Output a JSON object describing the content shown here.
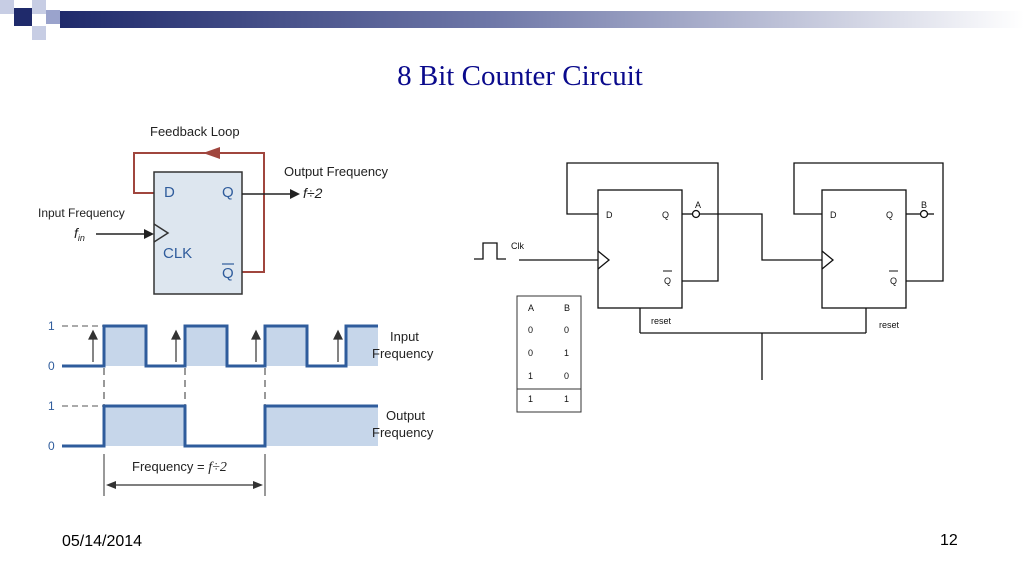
{
  "slide": {
    "title": "8 Bit Counter Circuit",
    "date": "05/14/2014",
    "page_number": "12"
  },
  "left_diagram": {
    "feedback_label": "Feedback Loop",
    "input_label": "Input Frequency",
    "input_symbol": "f",
    "input_subscript": "in",
    "output_label": "Output Frequency",
    "output_symbol": "f÷2",
    "pin_d": "D",
    "pin_q": "Q",
    "pin_clk": "CLK",
    "pin_qbar": "Q",
    "level_high": "1",
    "level_low": "0",
    "input_wave_label_1": "Input",
    "input_wave_label_2": "Frequency",
    "output_wave_label_1": "Output",
    "output_wave_label_2": "Frequency",
    "freq_label": "Frequency = ",
    "freq_expr": "f÷2"
  },
  "right_diagram": {
    "clk_label": "Clk",
    "ff1": {
      "d": "D",
      "q": "Q",
      "qbar": "Q",
      "output": "A",
      "reset": "reset"
    },
    "ff2": {
      "d": "D",
      "q": "Q",
      "qbar": "Q",
      "output": "B",
      "reset": "reset"
    },
    "truth_table": {
      "headers": [
        "A",
        "B"
      ],
      "rows": [
        [
          "0",
          "0"
        ],
        [
          "0",
          "1"
        ],
        [
          "1",
          "0"
        ],
        [
          "1",
          "1"
        ]
      ]
    }
  },
  "colors": {
    "title": "#0a0a8c",
    "flipflop_fill": "#dde6ef",
    "wave_stroke": "#2f5c9c",
    "wave_fill": "#c6d6ea",
    "feedback": "#a0463e"
  }
}
